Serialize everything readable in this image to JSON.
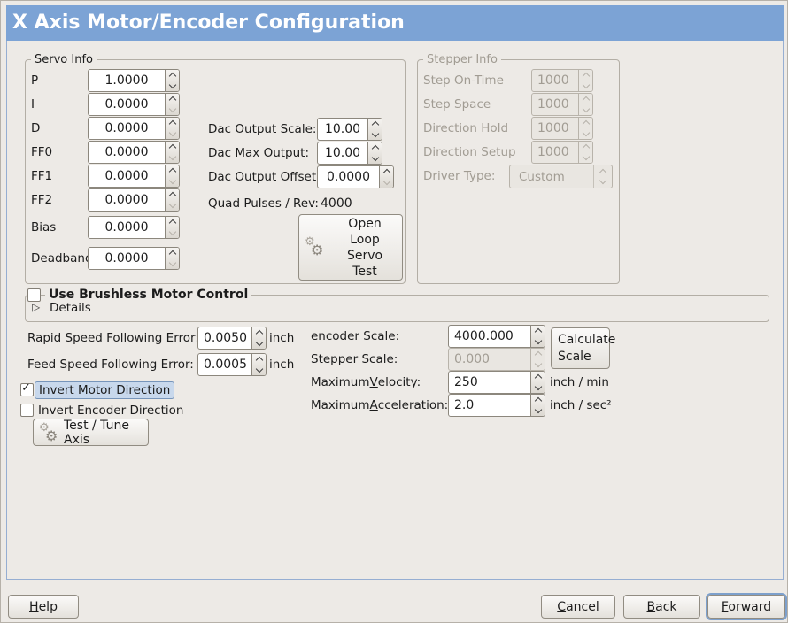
{
  "window": {
    "title": "X Axis Motor/Encoder Configuration"
  },
  "icons": {
    "check": "✓",
    "gears": "⚙",
    "expander": "▷"
  },
  "servo_info": {
    "legend": "Servo Info",
    "fields": [
      {
        "label": "P",
        "value": "1.0000"
      },
      {
        "label": "I",
        "value": "0.0000"
      },
      {
        "label": "D",
        "value": "0.0000"
      },
      {
        "label": "FF0",
        "value": "0.0000"
      },
      {
        "label": "FF1",
        "value": "0.0000"
      },
      {
        "label": "FF2",
        "value": "0.0000"
      },
      {
        "label": "Bias",
        "value": "0.0000"
      },
      {
        "label": "Deadband",
        "value": "0.0000"
      }
    ],
    "dac_fields": [
      {
        "label": "Dac Output Scale:",
        "value": "10.00"
      },
      {
        "label": "Dac Max Output:",
        "value": "10.00"
      },
      {
        "label": "Dac Output Offset:",
        "value": "0.0000"
      }
    ],
    "quad_label": "Quad Pulses / Rev:",
    "quad_value": "4000",
    "open_loop_button_lines": [
      "Open",
      "Loop",
      "Servo",
      "Test"
    ]
  },
  "stepper_info": {
    "legend": "Stepper Info",
    "fields": [
      {
        "label": "Step On-Time",
        "value": "1000"
      },
      {
        "label": "Step Space",
        "value": "1000"
      },
      {
        "label": "Direction Hold",
        "value": "1000"
      },
      {
        "label": "Direction Setup",
        "value": "1000"
      }
    ],
    "driver_type_label": "Driver Type:",
    "driver_type_value": "Custom"
  },
  "brushless": {
    "title": "Use Brushless Motor Control",
    "details": "Details"
  },
  "following_error": {
    "rapid_label": "Rapid Speed Following Error:",
    "rapid_value": "0.0050",
    "rapid_unit": "inch",
    "feed_label": "Feed Speed Following Error:",
    "feed_value": "0.0005",
    "feed_unit": "inch"
  },
  "scale_section": {
    "encoder_label": "encoder Scale:",
    "encoder_value": "4000.000",
    "calculate_button_lines": [
      "Calculate",
      "Scale"
    ],
    "stepper_label": "Stepper Scale:",
    "stepper_value": "0.000",
    "velocity_label": {
      "pre": "Maximum ",
      "mn": "V",
      "post": "elocity:"
    },
    "velocity_value": "250",
    "velocity_unit": "inch / min",
    "accel_label": {
      "pre": "Maximum ",
      "mn": "A",
      "post": "cceleration:"
    },
    "accel_value": "2.0",
    "accel_unit": "inch / sec²"
  },
  "direction_section": {
    "invert_motor_label": "Invert Motor Direction",
    "invert_encoder_label": "Invert Encoder Direction",
    "test_tune_button": "Test / Tune Axis"
  },
  "footer": {
    "help": {
      "mn": "H",
      "post": "elp"
    },
    "cancel": {
      "mn": "C",
      "post": "ancel"
    },
    "back": {
      "mn": "B",
      "post": "ack"
    },
    "forward": {
      "mn": "F",
      "post": "orward"
    }
  },
  "colors": {
    "titlebar": "#7ca3d5",
    "panel_border": "#96aed2",
    "focus_ring": "#7da0cc",
    "highlight_bg": "#c8d8ec"
  }
}
